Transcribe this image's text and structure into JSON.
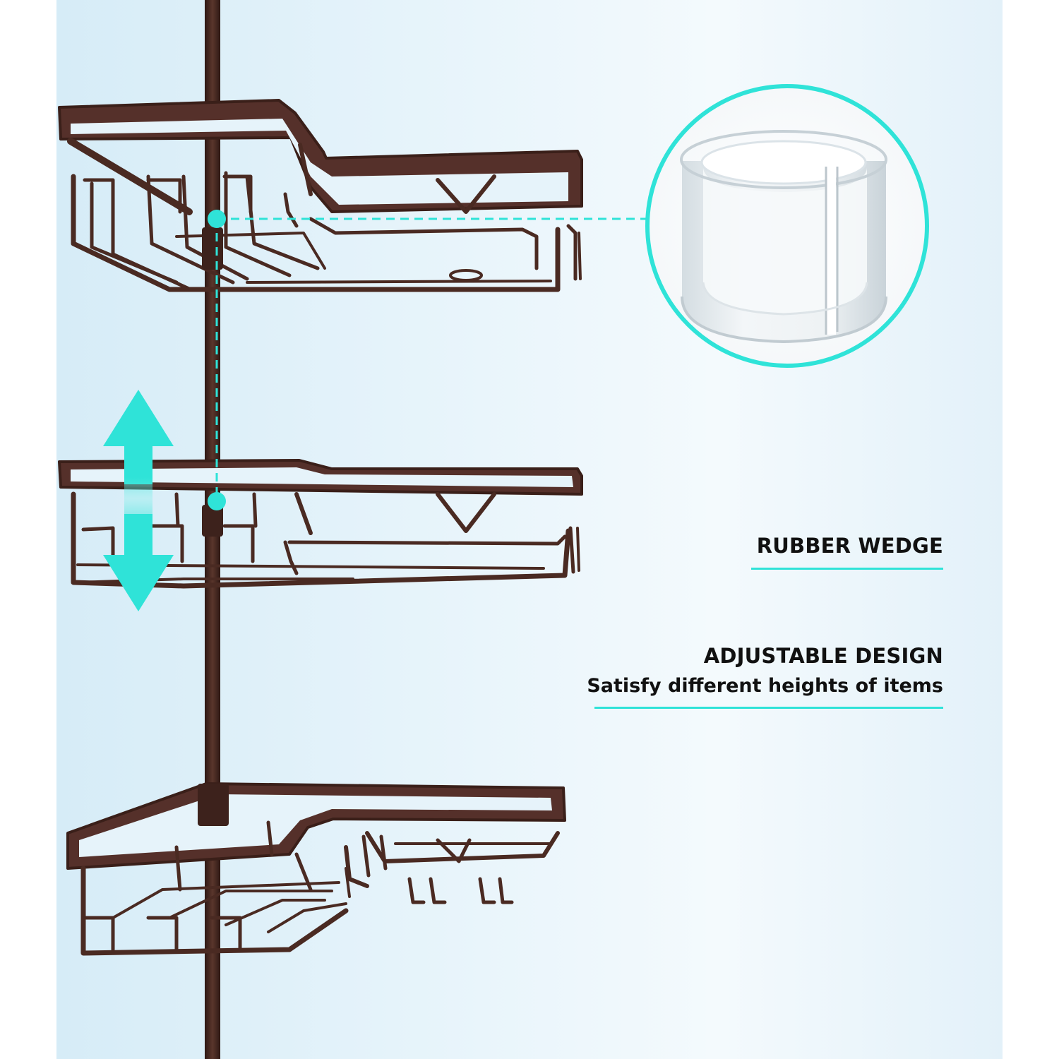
{
  "colors": {
    "background_panel": "#e6f3fa",
    "rack_bronze": "#4a2a22",
    "accent_cyan": "#2fe3d8",
    "text": "#111111"
  },
  "features": {
    "rubber_wedge": {
      "title": "RUBBER WEDGE"
    },
    "adjustable": {
      "title": "ADJUSTABLE DESIGN",
      "subtitle": "Satisfy different heights of items"
    }
  },
  "icons": [
    "up-down-adjust-arrow-icon",
    "rubber-wedge-closeup-icon"
  ]
}
